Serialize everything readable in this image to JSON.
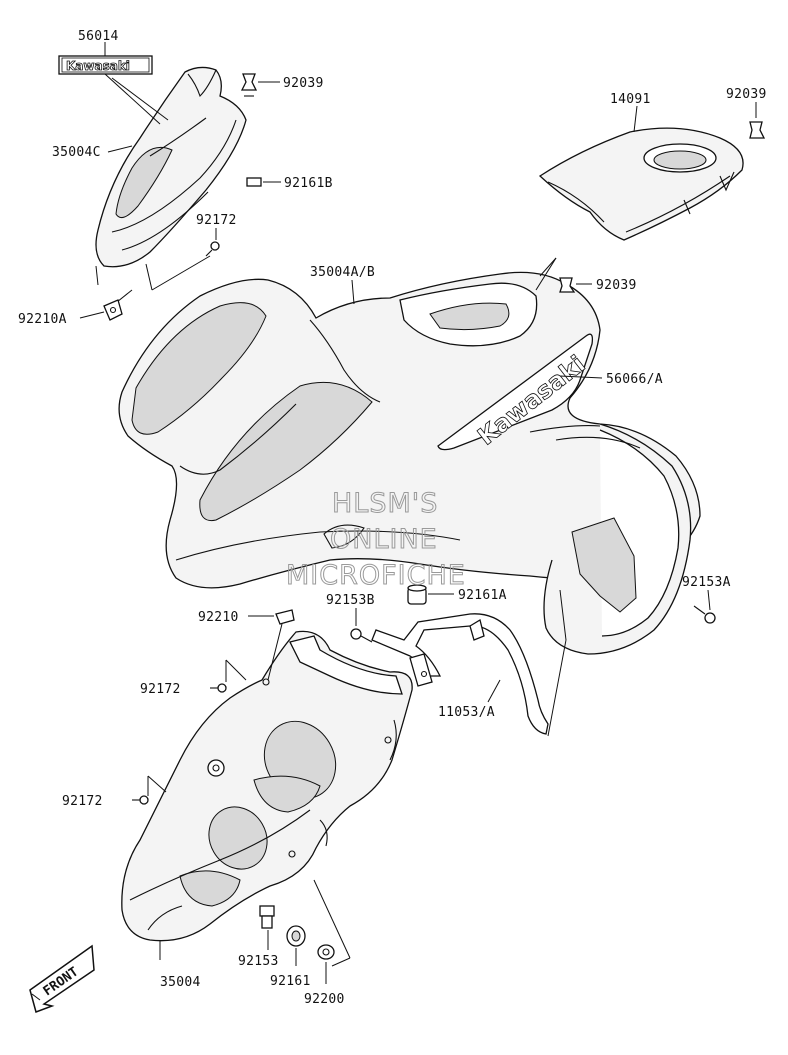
{
  "diagram": {
    "part_labels": {
      "p56014": "56014",
      "p35004c": "35004C",
      "p92039_top": "92039",
      "p92161b": "92161B",
      "p92172_top": "92172",
      "p92210a": "92210A",
      "p14091": "14091",
      "p92039_right": "92039",
      "p35004ab": "35004A/B",
      "p92039_mid": "92039",
      "p56066a": "56066/A",
      "p92153a": "92153A",
      "p92210": "92210",
      "p92153b": "92153B",
      "p92161a": "92161A",
      "p92172_mid": "92172",
      "p11053a": "11053/A",
      "p92172_low": "92172",
      "p35004": "35004",
      "p92153": "92153",
      "p92161": "92161",
      "p92200": "92200"
    },
    "logos": {
      "decal_small": "Kawasaki",
      "decal_fender": "Kawasaki"
    },
    "watermark": {
      "line1": "HLSM'S",
      "line2": "ONLINE",
      "line3": "MICROFICHE"
    },
    "front_arrow": "FRONT"
  }
}
